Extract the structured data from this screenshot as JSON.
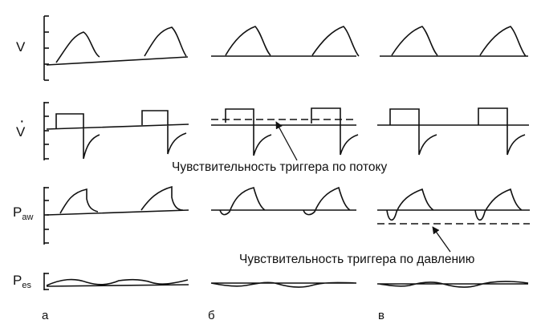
{
  "labels": {
    "volume": "V",
    "flow": "V",
    "flow_dot": "·",
    "paw_main": "P",
    "paw_sub": "aw",
    "pes_main": "P",
    "pes_sub": "es"
  },
  "annotations": {
    "flow_trigger": "Чувствительность триггера по потоку",
    "pressure_trigger": "Чувствительность триггера по давлению"
  },
  "panels": [
    "а",
    "б",
    "в"
  ]
}
